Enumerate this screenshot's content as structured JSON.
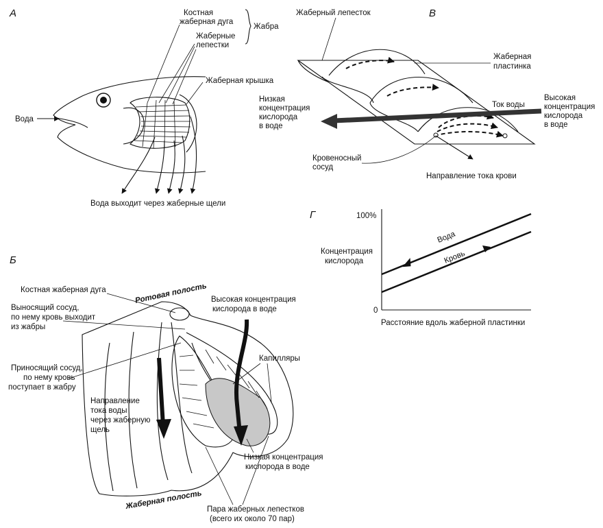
{
  "panel_a": {
    "letter": "А",
    "bony_arch": [
      "Костная",
      "жаберная дуга"
    ],
    "gill": "Жабра",
    "filaments": [
      "Жаберные",
      "лепестки"
    ],
    "operculum": "Жаберная крышка",
    "water": "Вода",
    "water_exits": "Вода выходит через жаберные щели"
  },
  "panel_b": {
    "letter": "Б",
    "bony_arch": "Костная жаберная дуга",
    "mouth_cavity": "Ротовая полость",
    "efferent": [
      "Выносящий сосуд,",
      "по нему кровь выходит",
      "из жабры"
    ],
    "high_o2": [
      "Высокая концентрация",
      "кислорода в воде"
    ],
    "capillaries": "Капилляры",
    "afferent": [
      "Приносящий сосуд,",
      "по нему кровь",
      "поступает в жабру"
    ],
    "water_flow": [
      "Направление",
      "тока воды",
      "через жаберную",
      "щель"
    ],
    "low_o2": [
      "Низкая концентрация",
      "кислорода в воде"
    ],
    "gill_cavity": "Жаберная полость",
    "pair": [
      "Пара жаберных лепестков",
      "(всего их около 70 пар)"
    ]
  },
  "panel_v": {
    "letter": "В",
    "filament": "Жаберный лепесток",
    "lamella": [
      "Жаберная",
      "пластинка"
    ],
    "low_o2": [
      "Низкая",
      "концентрация",
      "кислорода",
      "в воде"
    ],
    "water_current": "Ток воды",
    "high_o2": [
      "Высокая",
      "концентрация",
      "кислорода",
      "в воде"
    ],
    "vessel": [
      "Кровеносный",
      "сосуд"
    ],
    "blood_dir": "Направление тока крови"
  },
  "panel_g": {
    "letter": "Г",
    "y_top": "100%",
    "y_zero": "0",
    "ylabel": [
      "Концентрация",
      "кислорода"
    ],
    "xlabel": "Расстояние вдоль жаберной пластинки",
    "series_water": "Вода",
    "series_blood": "Кровь"
  }
}
